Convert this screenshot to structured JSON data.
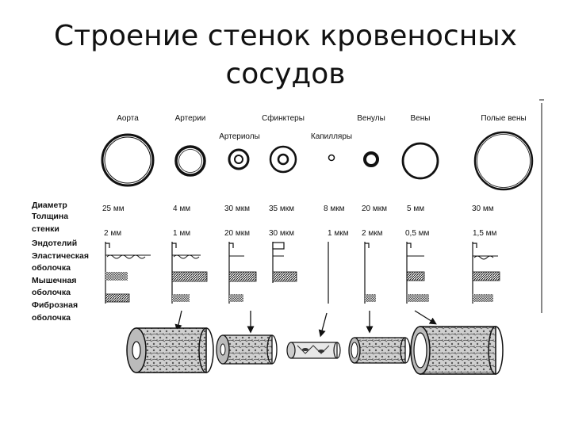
{
  "title": {
    "line1": "Строение стенок кровеносных",
    "line2": "сосудов"
  },
  "vessels": [
    {
      "name": "Аорта",
      "diameter": "25 мм",
      "thickness": "2 мм"
    },
    {
      "name": "Артерии",
      "diameter": "4 мм",
      "thickness": "1 мм"
    },
    {
      "name": "Артериолы",
      "diameter": "30 мкм",
      "thickness": "20 мкм"
    },
    {
      "name": "Сфинктеры",
      "diameter": "35 мкм",
      "thickness": "30 мкм"
    },
    {
      "name": "Капилляры",
      "diameter": "8 мкм",
      "thickness": "1 мкм"
    },
    {
      "name": "Венулы",
      "diameter": "20 мкм",
      "thickness": "2 мкм"
    },
    {
      "name": "Вены",
      "diameter": "5 мм",
      "thickness": "0,5 мм"
    },
    {
      "name": "Полые вены",
      "diameter": "30 мм",
      "thickness": "1,5 мм"
    }
  ],
  "row_labels": {
    "diameter": "Диаметр",
    "thickness_1": "Толщина",
    "thickness_2": "стенки",
    "endothelium": "Эндотелий",
    "elastic_1": "Эластическая",
    "elastic_2": "оболочка",
    "muscle_1": "Мышечная",
    "muscle_2": "оболочка",
    "fibrous_1": "Фиброзная",
    "fibrous_2": "оболочка"
  }
}
